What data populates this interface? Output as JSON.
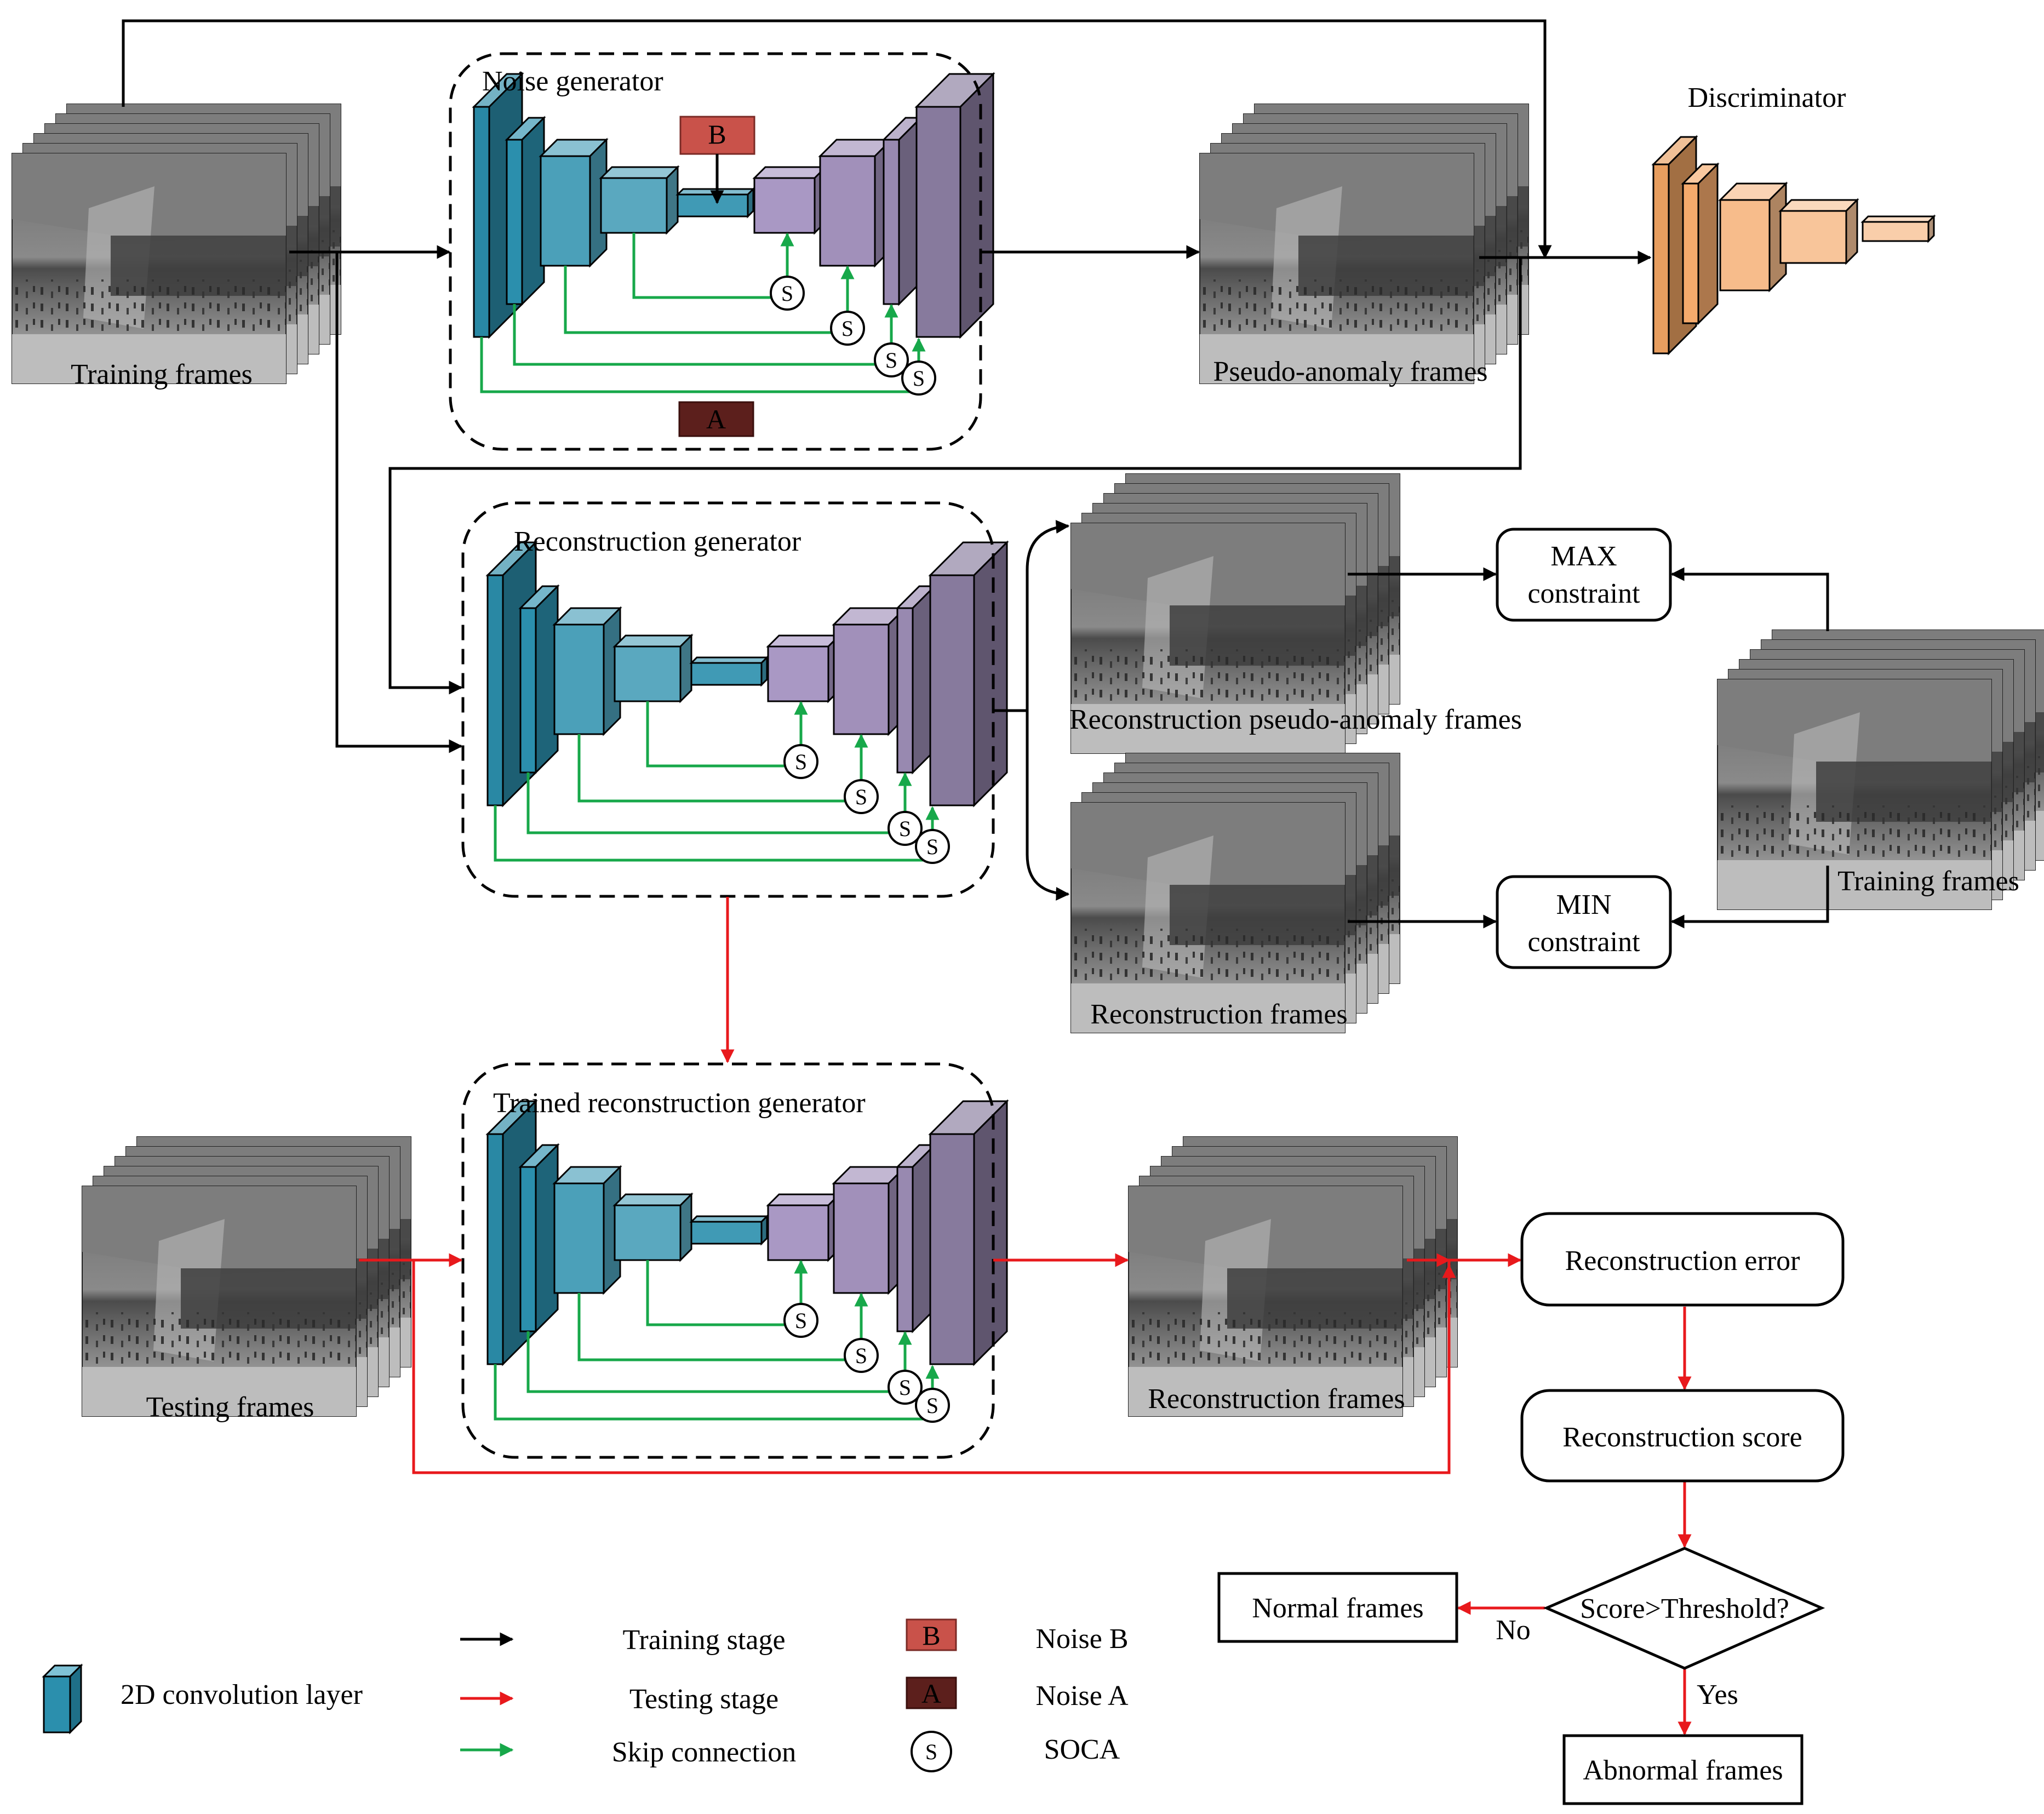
{
  "colors": {
    "conv_encoder": "#2b8fad",
    "conv_decoder": "#a998c4",
    "discriminator": "#f4a664",
    "noise_b": "#c9524a",
    "noise_a": "#5c1f1c",
    "training_arrow": "#000000",
    "testing_arrow": "#e8191c",
    "skip_arrow": "#17a84a"
  },
  "labels": {
    "training_frames_top": "Training frames",
    "noise_generator": "Noise generator",
    "pseudo_anomaly_frames": "Pseudo-anomaly frames",
    "discriminator": "Discriminator",
    "reconstruction_generator": "Reconstruction generator",
    "recon_pseudo_anomaly_frames": "Reconstruction pseudo-anomaly frames",
    "reconstruction_frames_mid": "Reconstruction  frames",
    "max_constraint_1": "MAX",
    "max_constraint_2": "constraint",
    "min_constraint_1": "MIN",
    "min_constraint_2": "constraint",
    "training_frames_right": "Training frames",
    "trained_reconstruction_generator": "Trained reconstruction generator",
    "testing_frames": "Testing frames",
    "reconstruction_frames_bottom": "Reconstruction  frames",
    "reconstruction_error": "Reconstruction error",
    "reconstruction_score": "Reconstruction score",
    "decision": "Score>Threshold?",
    "normal_frames": "Normal frames",
    "abnormal_frames": "Abnormal frames",
    "no": "No",
    "yes": "Yes",
    "noise_b_letter": "B",
    "noise_a_letter": "A",
    "soca_letter": "S"
  },
  "legend": {
    "conv_layer": "2D convolution layer",
    "training_stage": "Training stage",
    "testing_stage": "Testing stage",
    "skip_connection": "Skip connection",
    "noise_b_letter": "B",
    "noise_b": "Noise B",
    "noise_a_letter": "A",
    "noise_a": "Noise A",
    "soca_letter": "S",
    "soca": "SOCA"
  }
}
